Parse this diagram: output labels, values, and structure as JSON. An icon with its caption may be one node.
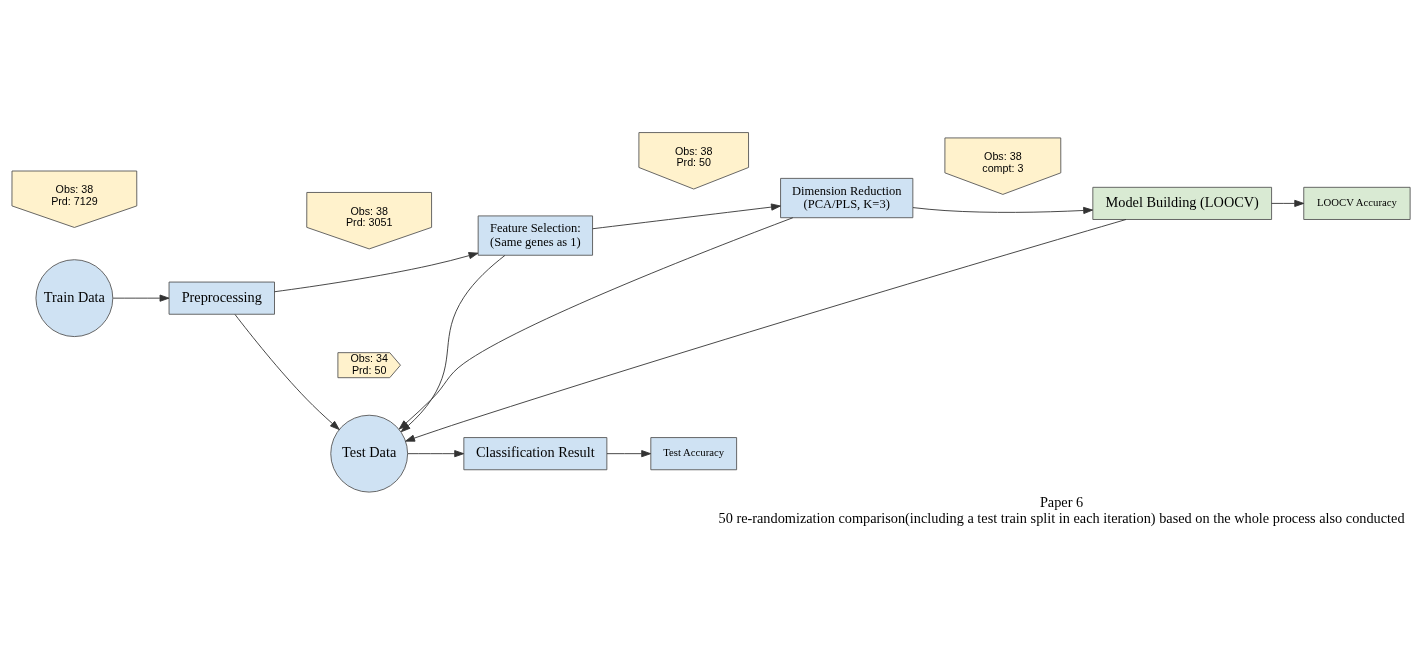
{
  "diagram": {
    "title": "Paper 6",
    "caption": "50 re-randomization comparison(including a test train split in each iteration) based on the whole process also conducted",
    "nodes": [
      {
        "text": [
          "Train Data"
        ]
      },
      {
        "text": [
          "Obs: 38",
          "Prd: 7129"
        ]
      },
      {
        "text": [
          "Preprocessing"
        ]
      },
      {
        "text": [
          "Obs: 38",
          "Prd: 3051"
        ]
      },
      {
        "text": [
          "Feature Selection:",
          "(Same genes as 1)"
        ]
      },
      {
        "text": [
          "Obs: 38",
          "Prd: 50"
        ]
      },
      {
        "text": [
          "Dimension Reduction",
          "(PCA/PLS, K=3)"
        ]
      },
      {
        "text": [
          "Obs: 38",
          "compt: 3"
        ]
      },
      {
        "text": [
          "Model Building (LOOCV)"
        ]
      },
      {
        "text": [
          "LOOCV Accuracy"
        ]
      },
      {
        "text": [
          "Test Data"
        ]
      },
      {
        "text": [
          "Obs: 34",
          "Prd: 50"
        ]
      },
      {
        "text": [
          "Classification Result"
        ]
      },
      {
        "text": [
          "Test Accuracy"
        ]
      }
    ],
    "edges": [
      {
        "from": 0,
        "to": 2,
        "arrow": "to"
      },
      {
        "from": 2,
        "to": 4,
        "arrow": "to"
      },
      {
        "from": 4,
        "to": 6,
        "arrow": "to"
      },
      {
        "from": 6,
        "to": 8,
        "arrow": "to"
      },
      {
        "from": 8,
        "to": 9,
        "arrow": "to"
      },
      {
        "from": 2,
        "to": 10,
        "arrow": "to"
      },
      {
        "from": 4,
        "to": 10,
        "arrow": "to"
      },
      {
        "from": 6,
        "to": 10,
        "arrow": "to"
      },
      {
        "from": 8,
        "to": 10,
        "arrow": "to"
      },
      {
        "from": 10,
        "to": 12,
        "arrow": "to"
      },
      {
        "from": 12,
        "to": 13,
        "arrow": "to"
      }
    ]
  }
}
